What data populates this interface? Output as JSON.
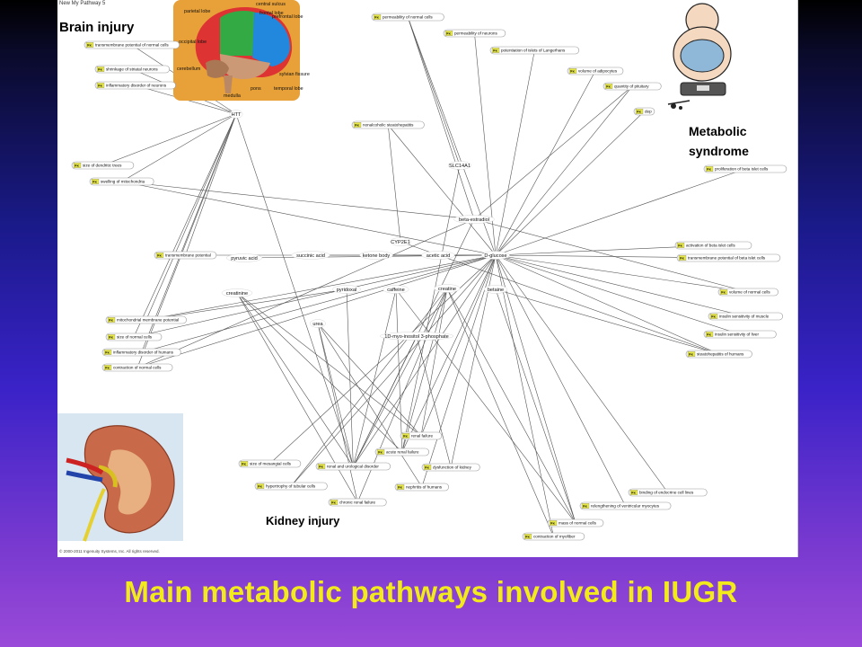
{
  "header": "New My Pathway 5",
  "copyright": "© 2000-2011 Ingenuity Systems, Inc. All rights reserved.",
  "main_title": "Main metabolic pathways involved in IUGR",
  "region_labels": {
    "brain": "Brain injury",
    "metabolic_line1": "Metabolic",
    "metabolic_line2": "syndrome",
    "kidney": "Kidney injury"
  },
  "brain_labels": [
    "central sulcus",
    "frontal lobe",
    "parietal lobe",
    "prefrontal lobe",
    "occipital lobe",
    "sylvian fissure",
    "cerebellum",
    "pons",
    "temporal lobe",
    "medulla"
  ],
  "tag": "Fx",
  "colors": {
    "title": "#f2ea1a",
    "tag": "#e8e84a",
    "edge": "#555555"
  },
  "molecules": [
    {
      "id": "htt",
      "label": "HTT"
    },
    {
      "id": "slc14a1",
      "label": "SLC14A1"
    },
    {
      "id": "estradiol",
      "label": "beta-estradiol"
    },
    {
      "id": "cyp2e1",
      "label": "CYP2E1"
    },
    {
      "id": "dglucose",
      "label": "D-glucose"
    },
    {
      "id": "pyruvic",
      "label": "pyruvic acid"
    },
    {
      "id": "succinic",
      "label": "succinic acid"
    },
    {
      "id": "ketone",
      "label": "ketone body"
    },
    {
      "id": "acetic",
      "label": "acetic acid"
    },
    {
      "id": "creatinine",
      "label": "creatinine"
    },
    {
      "id": "pyridoxal",
      "label": "pyridoxal"
    },
    {
      "id": "caffeine",
      "label": "caffeine"
    },
    {
      "id": "creatine",
      "label": "creatine"
    },
    {
      "id": "betaine",
      "label": "betaine"
    },
    {
      "id": "urea",
      "label": "urea"
    },
    {
      "id": "myoinositol",
      "label": "1D-myo-inositol 3-phosphate"
    }
  ],
  "functions": [
    {
      "id": "f1",
      "label": "transmembrane potential of normal cells"
    },
    {
      "id": "f2",
      "label": "shrinkage of striatal neurons"
    },
    {
      "id": "f3",
      "label": "inflammatory disorder of neurons"
    },
    {
      "id": "f4",
      "label": "size of dendritic trees"
    },
    {
      "id": "f5",
      "label": "swelling of mitochondria"
    },
    {
      "id": "f6",
      "label": "permeability of normal cells"
    },
    {
      "id": "f7",
      "label": "permeability of neurons"
    },
    {
      "id": "f8",
      "label": "potentiation of islets of Langerhans"
    },
    {
      "id": "f9",
      "label": "volume of adipocytes"
    },
    {
      "id": "f10",
      "label": "quantity of pituitary"
    },
    {
      "id": "f11",
      "label": "dep"
    },
    {
      "id": "f12",
      "label": "nonalcoholic steatohepatitis"
    },
    {
      "id": "f13",
      "label": "proliferation of beta islet cells"
    },
    {
      "id": "f14",
      "label": "transmembrane potential"
    },
    {
      "id": "f15",
      "label": "activation of beta islet cells"
    },
    {
      "id": "f16",
      "label": "transmembrane potential of beta islet cells"
    },
    {
      "id": "f17",
      "label": "volume of normal cells"
    },
    {
      "id": "f18",
      "label": "mitochondrial membrane potential"
    },
    {
      "id": "f19",
      "label": "insulin sensitivity of muscle"
    },
    {
      "id": "f20",
      "label": "size of normal cells"
    },
    {
      "id": "f21",
      "label": "insulin sensitivity of liver"
    },
    {
      "id": "f22",
      "label": "inflammatory disorder of humans"
    },
    {
      "id": "f23",
      "label": "steatohepatitis of humans"
    },
    {
      "id": "f24",
      "label": "contraction of normal cells"
    },
    {
      "id": "f25",
      "label": "renal failure"
    },
    {
      "id": "f26",
      "label": "acute renal failure"
    },
    {
      "id": "f27",
      "label": "size of mesangial cells"
    },
    {
      "id": "f28",
      "label": "renal and urological disorder"
    },
    {
      "id": "f29",
      "label": "dysfunction of kidney"
    },
    {
      "id": "f30",
      "label": "hypertrophy of tubular cells"
    },
    {
      "id": "f31",
      "label": "nephritis of humans"
    },
    {
      "id": "f32",
      "label": "binding of endocrine cell lines"
    },
    {
      "id": "f33",
      "label": "chronic renal failure"
    },
    {
      "id": "f34",
      "label": "relengthening of ventricular myocytes"
    },
    {
      "id": "f35",
      "label": "mass of normal cells"
    },
    {
      "id": "f36",
      "label": "contraction of myofiber"
    }
  ],
  "edges": [
    [
      "htt",
      "f1"
    ],
    [
      "htt",
      "f2"
    ],
    [
      "htt",
      "f3"
    ],
    [
      "htt",
      "f4"
    ],
    [
      "htt",
      "f5"
    ],
    [
      "htt",
      "f18"
    ],
    [
      "htt",
      "f20"
    ],
    [
      "htt",
      "f22"
    ],
    [
      "htt",
      "f24"
    ],
    [
      "htt",
      "f14"
    ],
    [
      "htt",
      "f28"
    ],
    [
      "dglucose",
      "f6"
    ],
    [
      "dglucose",
      "f7"
    ],
    [
      "dglucose",
      "f8"
    ],
    [
      "dglucose",
      "f9"
    ],
    [
      "dglucose",
      "f10"
    ],
    [
      "dglucose",
      "f11"
    ],
    [
      "dglucose",
      "f12"
    ],
    [
      "dglucose",
      "f13"
    ],
    [
      "dglucose",
      "f15"
    ],
    [
      "dglucose",
      "f16"
    ],
    [
      "dglucose",
      "f17"
    ],
    [
      "dglucose",
      "f19"
    ],
    [
      "dglucose",
      "f21"
    ],
    [
      "dglucose",
      "f23"
    ],
    [
      "dglucose",
      "f18"
    ],
    [
      "dglucose",
      "f20"
    ],
    [
      "dglucose",
      "f22"
    ],
    [
      "dglucose",
      "f24"
    ],
    [
      "dglucose",
      "f25"
    ],
    [
      "dglucose",
      "f26"
    ],
    [
      "dglucose",
      "f28"
    ],
    [
      "dglucose",
      "f29"
    ],
    [
      "dglucose",
      "f31"
    ],
    [
      "dglucose",
      "f32"
    ],
    [
      "dglucose",
      "f34"
    ],
    [
      "dglucose",
      "f35"
    ],
    [
      "dglucose",
      "f36"
    ],
    [
      "dglucose",
      "f30"
    ],
    [
      "dglucose",
      "f27"
    ],
    [
      "dglucose",
      "f14"
    ],
    [
      "dglucose",
      "f5"
    ],
    [
      "estradiol",
      "f6"
    ],
    [
      "estradiol",
      "f10"
    ],
    [
      "estradiol",
      "f5"
    ],
    [
      "estradiol",
      "f17"
    ],
    [
      "estradiol",
      "f28"
    ],
    [
      "estradiol",
      "f24"
    ],
    [
      "cyp2e1",
      "f12"
    ],
    [
      "cyp2e1",
      "f23"
    ],
    [
      "slc14a1",
      "f6"
    ],
    [
      "slc14a1",
      "f26"
    ],
    [
      "creatinine",
      "f25"
    ],
    [
      "creatinine",
      "f26"
    ],
    [
      "creatinine",
      "f28"
    ],
    [
      "creatinine",
      "f33"
    ],
    [
      "urea",
      "f25"
    ],
    [
      "urea",
      "f28"
    ],
    [
      "urea",
      "f33"
    ],
    [
      "urea",
      "f31"
    ],
    [
      "creatine",
      "f28"
    ],
    [
      "creatine",
      "f26"
    ],
    [
      "creatine",
      "f25"
    ],
    [
      "creatine",
      "f35"
    ],
    [
      "creatine",
      "f36"
    ],
    [
      "creatine",
      "f30"
    ],
    [
      "creatine",
      "f33"
    ],
    [
      "caffeine",
      "f28"
    ],
    [
      "caffeine",
      "f26"
    ],
    [
      "caffeine",
      "f35"
    ],
    [
      "pyridoxal",
      "f18"
    ],
    [
      "pyridoxal",
      "f28"
    ],
    [
      "betaine",
      "f23"
    ],
    [
      "betaine",
      "f35"
    ],
    [
      "myoinositol",
      "f29"
    ],
    [
      "myoinositol",
      "f28"
    ],
    [
      "pyruvic",
      "dglucose"
    ],
    [
      "succinic",
      "dglucose"
    ],
    [
      "ketone",
      "dglucose"
    ],
    [
      "acetic",
      "dglucose"
    ]
  ]
}
